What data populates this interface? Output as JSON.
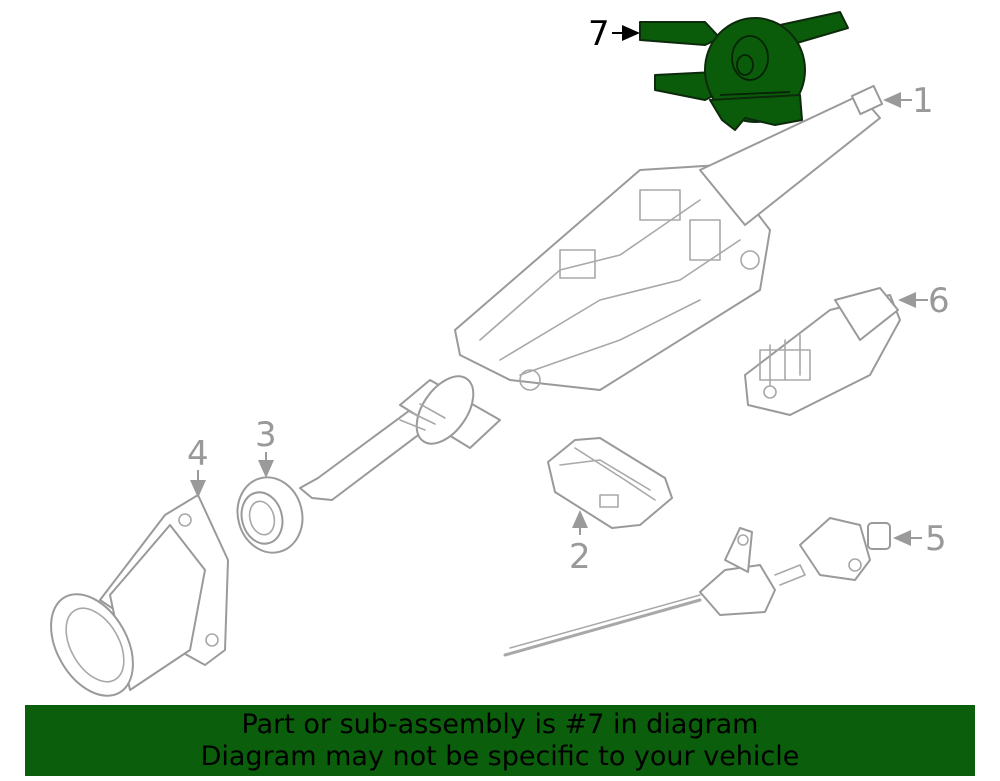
{
  "diagram": {
    "callouts": [
      {
        "id": "1",
        "label": "1"
      },
      {
        "id": "2",
        "label": "2"
      },
      {
        "id": "3",
        "label": "3"
      },
      {
        "id": "4",
        "label": "4"
      },
      {
        "id": "5",
        "label": "5"
      },
      {
        "id": "6",
        "label": "6"
      },
      {
        "id": "7",
        "label": "7"
      }
    ],
    "highlighted_part": "7",
    "colors": {
      "highlight": "#0a5c0a",
      "banner": "#0b5e0b",
      "line_art": "#9a9a9a"
    }
  },
  "banner": {
    "line1": "Part or sub-assembly is #7 in diagram",
    "line2": "Diagram may not be specific to your vehicle"
  }
}
